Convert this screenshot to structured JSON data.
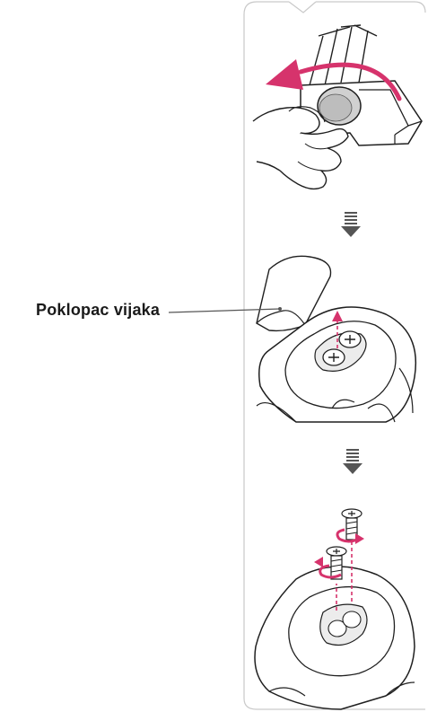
{
  "callout": {
    "label": "Poklopac vijaka"
  },
  "steps": [
    {
      "name": "pull-off-screw-cover"
    },
    {
      "name": "screws-exposed-under-cover"
    },
    {
      "name": "remove-screws"
    }
  ],
  "icons": [
    "rotation-arrow-icon",
    "step-down-arrow-icon",
    "rotate-screw-icon"
  ],
  "colors": {
    "accent": "#d6336c",
    "line": "#1f1f1f",
    "frame": "#c9c9c9",
    "arrow": "#555555",
    "cover": "#bdbdbd"
  }
}
